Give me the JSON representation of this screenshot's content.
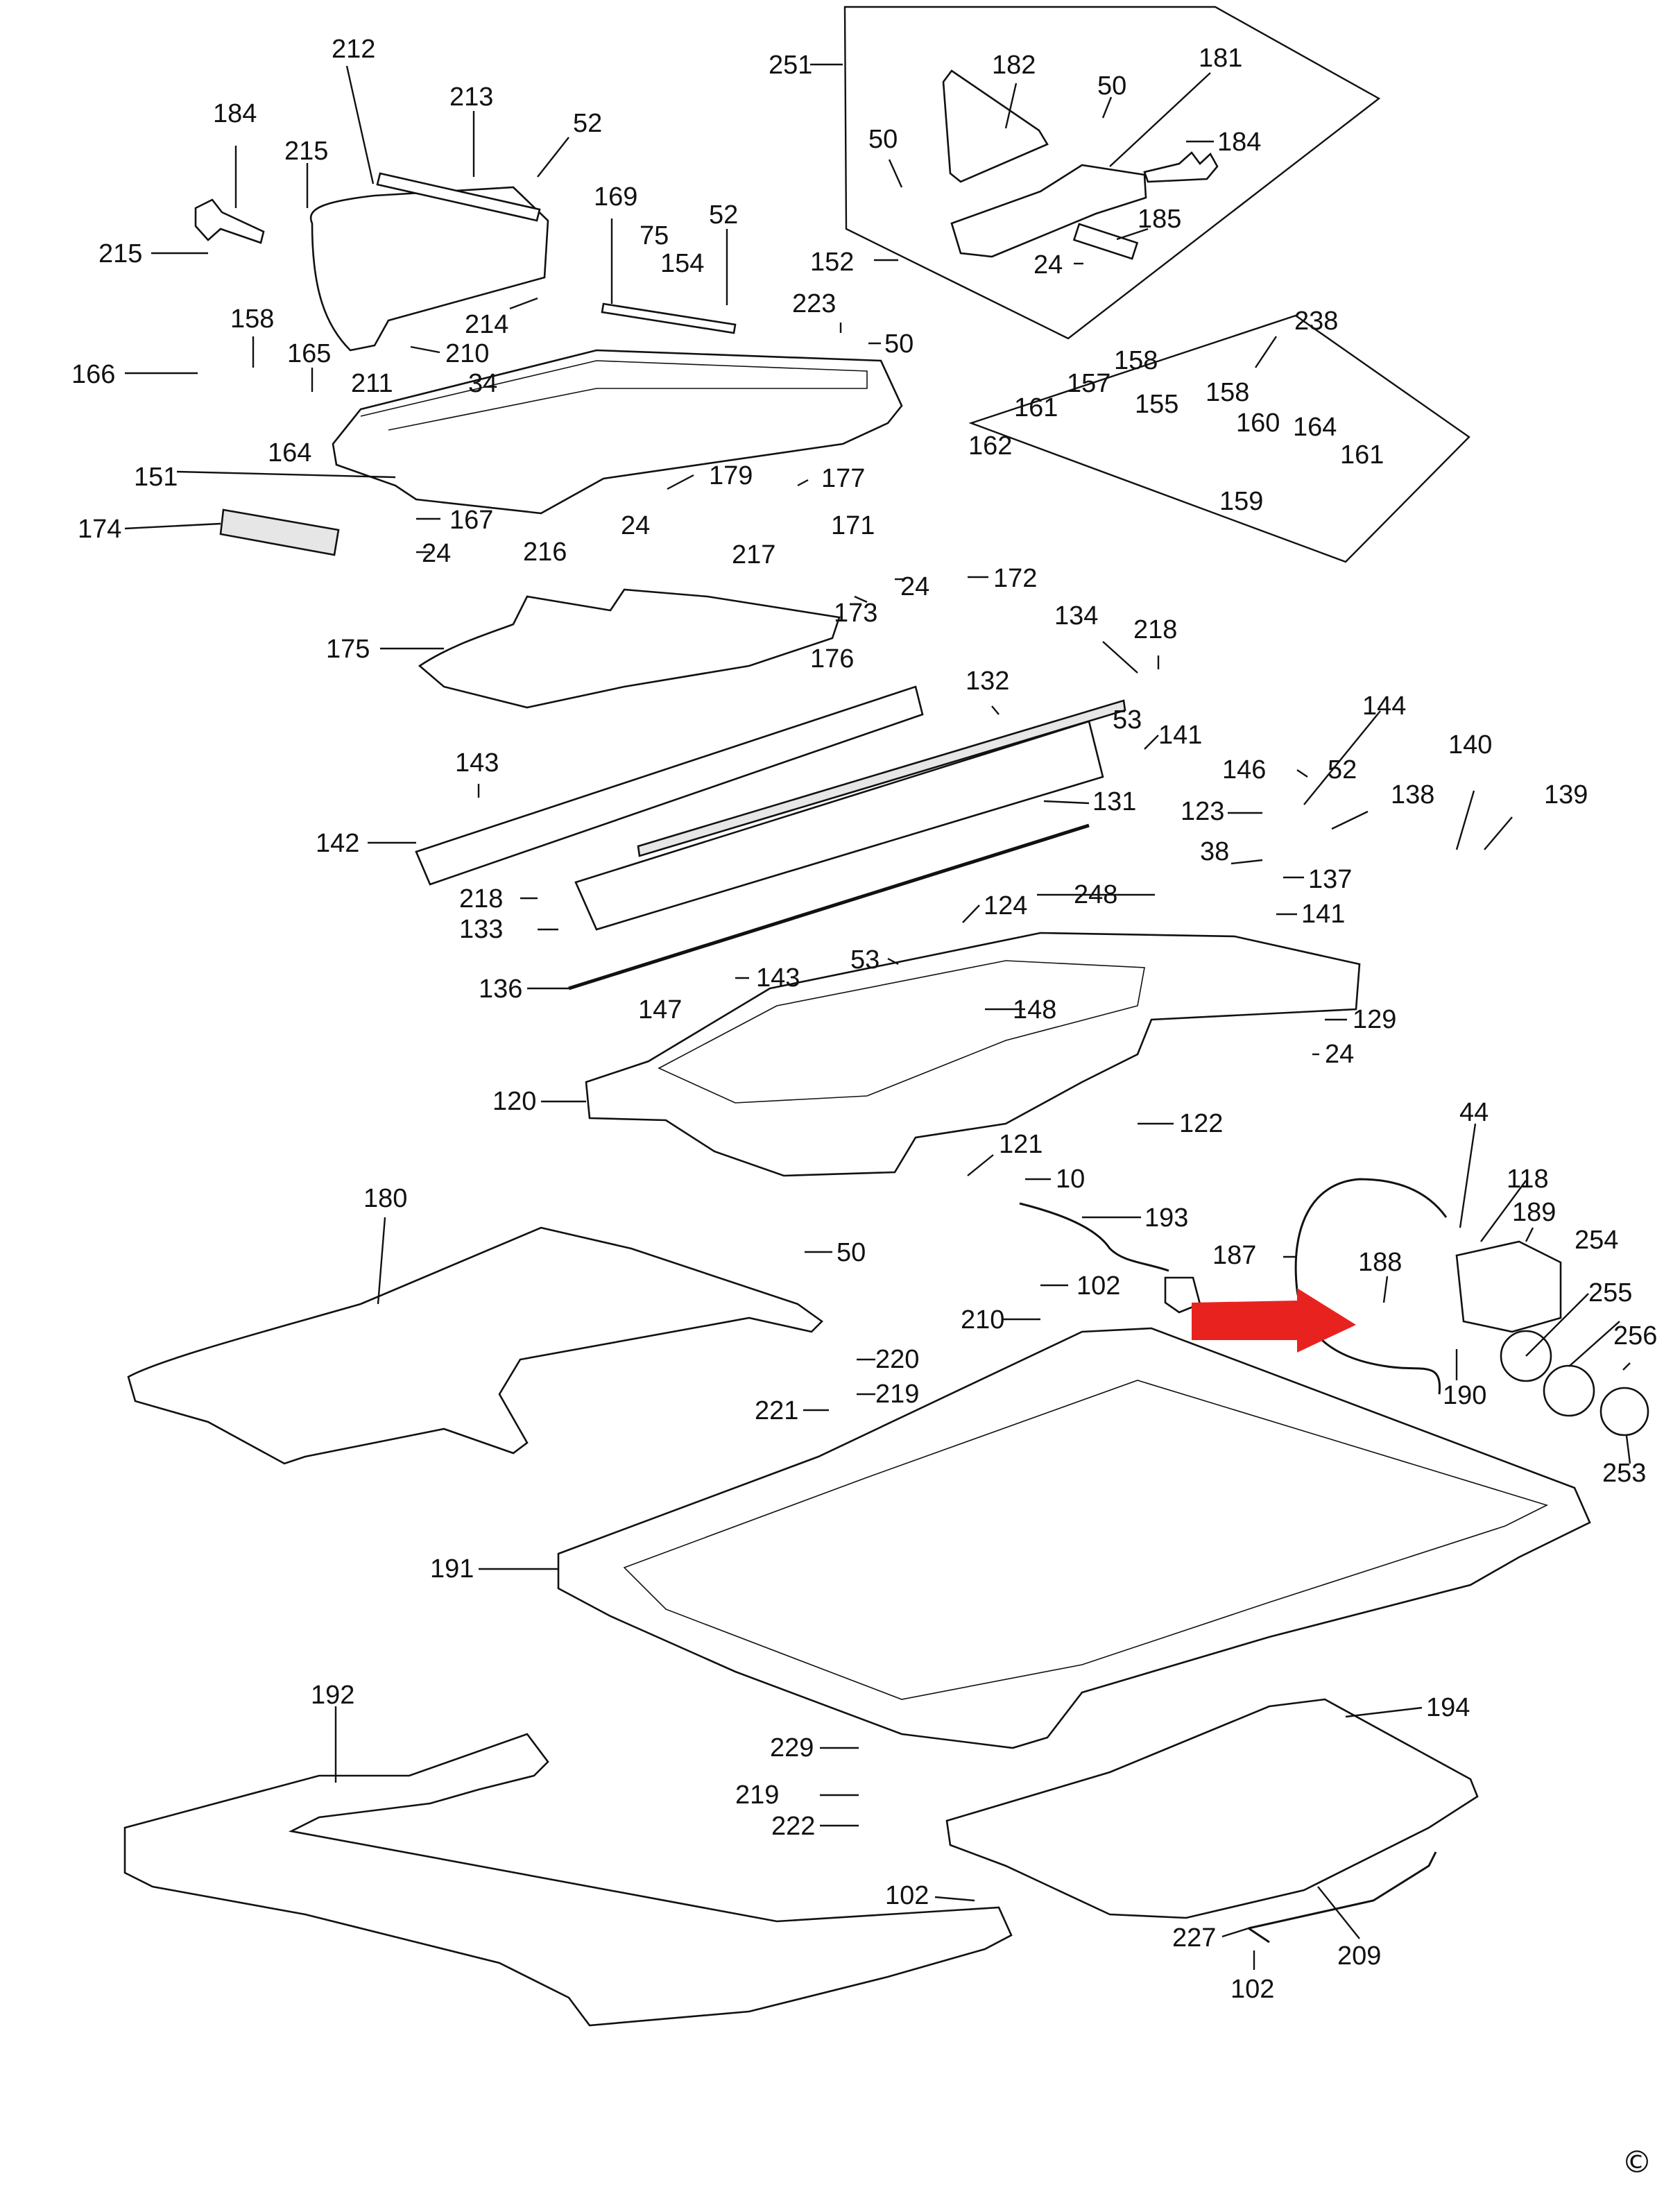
{
  "labels": [
    "251",
    "182",
    "50",
    "181",
    "50",
    "184",
    "185",
    "24",
    "212",
    "213",
    "52",
    "184",
    "215",
    "215",
    "169",
    "75",
    "154",
    "52",
    "152",
    "223",
    "50",
    "238",
    "158",
    "166",
    "165",
    "210",
    "214",
    "211",
    "34",
    "161",
    "157",
    "158",
    "155",
    "158",
    "160",
    "164",
    "161",
    "162",
    "159",
    "164",
    "151",
    "179",
    "177",
    "174",
    "167",
    "24",
    "171",
    "216",
    "24",
    "217",
    "172",
    "24",
    "173",
    "176",
    "175",
    "134",
    "218",
    "132",
    "53",
    "141",
    "144",
    "146",
    "52",
    "140",
    "139",
    "143",
    "123",
    "138",
    "142",
    "131",
    "38",
    "137",
    "218",
    "133",
    "124",
    "248",
    "141",
    "53",
    "143",
    "136",
    "147",
    "148",
    "129",
    "24",
    "120",
    "122",
    "121",
    "10",
    "44",
    "118",
    "189",
    "180",
    "193",
    "187",
    "50",
    "188",
    "254",
    "102",
    "210",
    "255",
    "256",
    "220",
    "219",
    "190",
    "221",
    "253",
    "191",
    "192",
    "194",
    "229",
    "219",
    "222",
    "102",
    "227",
    "209",
    "102"
  ],
  "copyright": "©",
  "colors": {
    "highlight_arrow": "#e8231f",
    "ink": "#111111"
  }
}
